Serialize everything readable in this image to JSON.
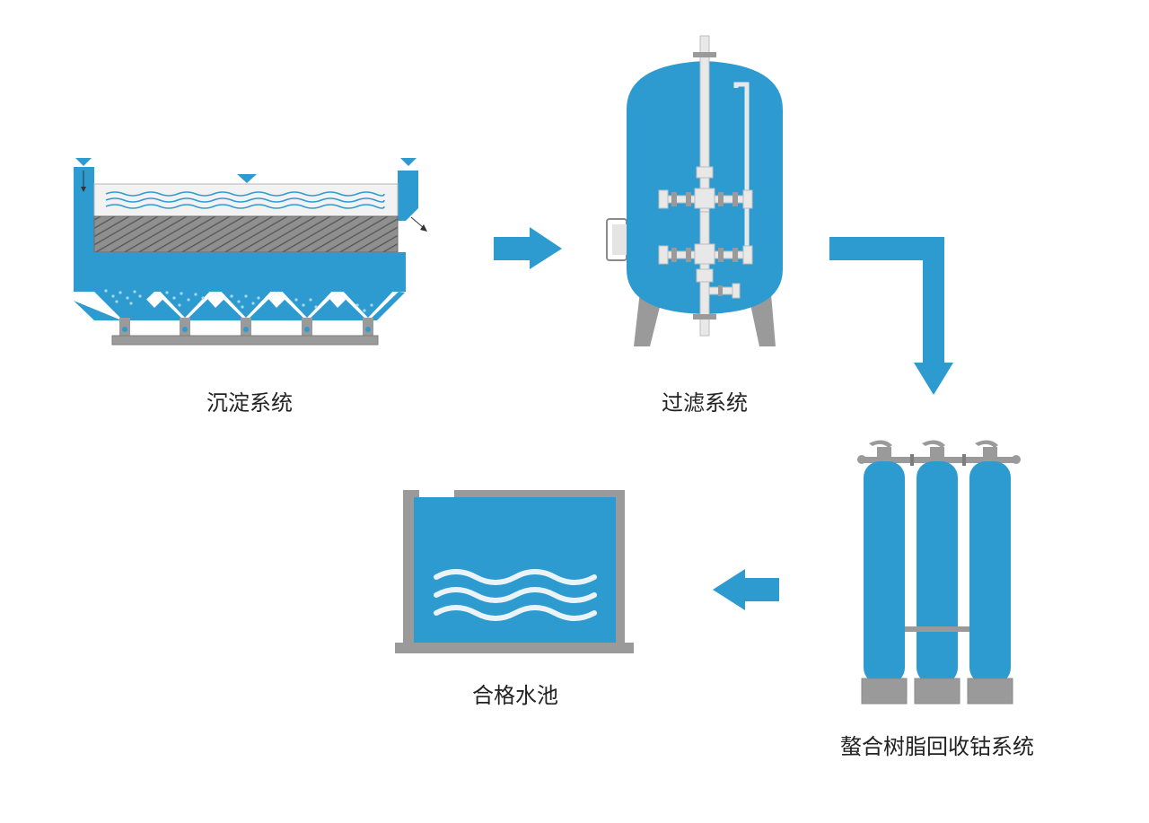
{
  "stages": {
    "sedimentation": {
      "label": "沉淀系统"
    },
    "filtration": {
      "label": "过滤系统"
    },
    "resin": {
      "label": "螯合树脂回收钴系统"
    },
    "tank": {
      "label": "合格水池"
    }
  },
  "colors": {
    "blue": "#2e9bd0",
    "blue_deep": "#2a8ec0",
    "gray": "#9a9a9a",
    "gray_dark": "#7d7d7d",
    "white": "#ffffff"
  },
  "icons": {
    "flow_1": "arrow-right-icon",
    "flow_2": "arrow-elbow-down-icon",
    "flow_3": "arrow-left-icon"
  }
}
